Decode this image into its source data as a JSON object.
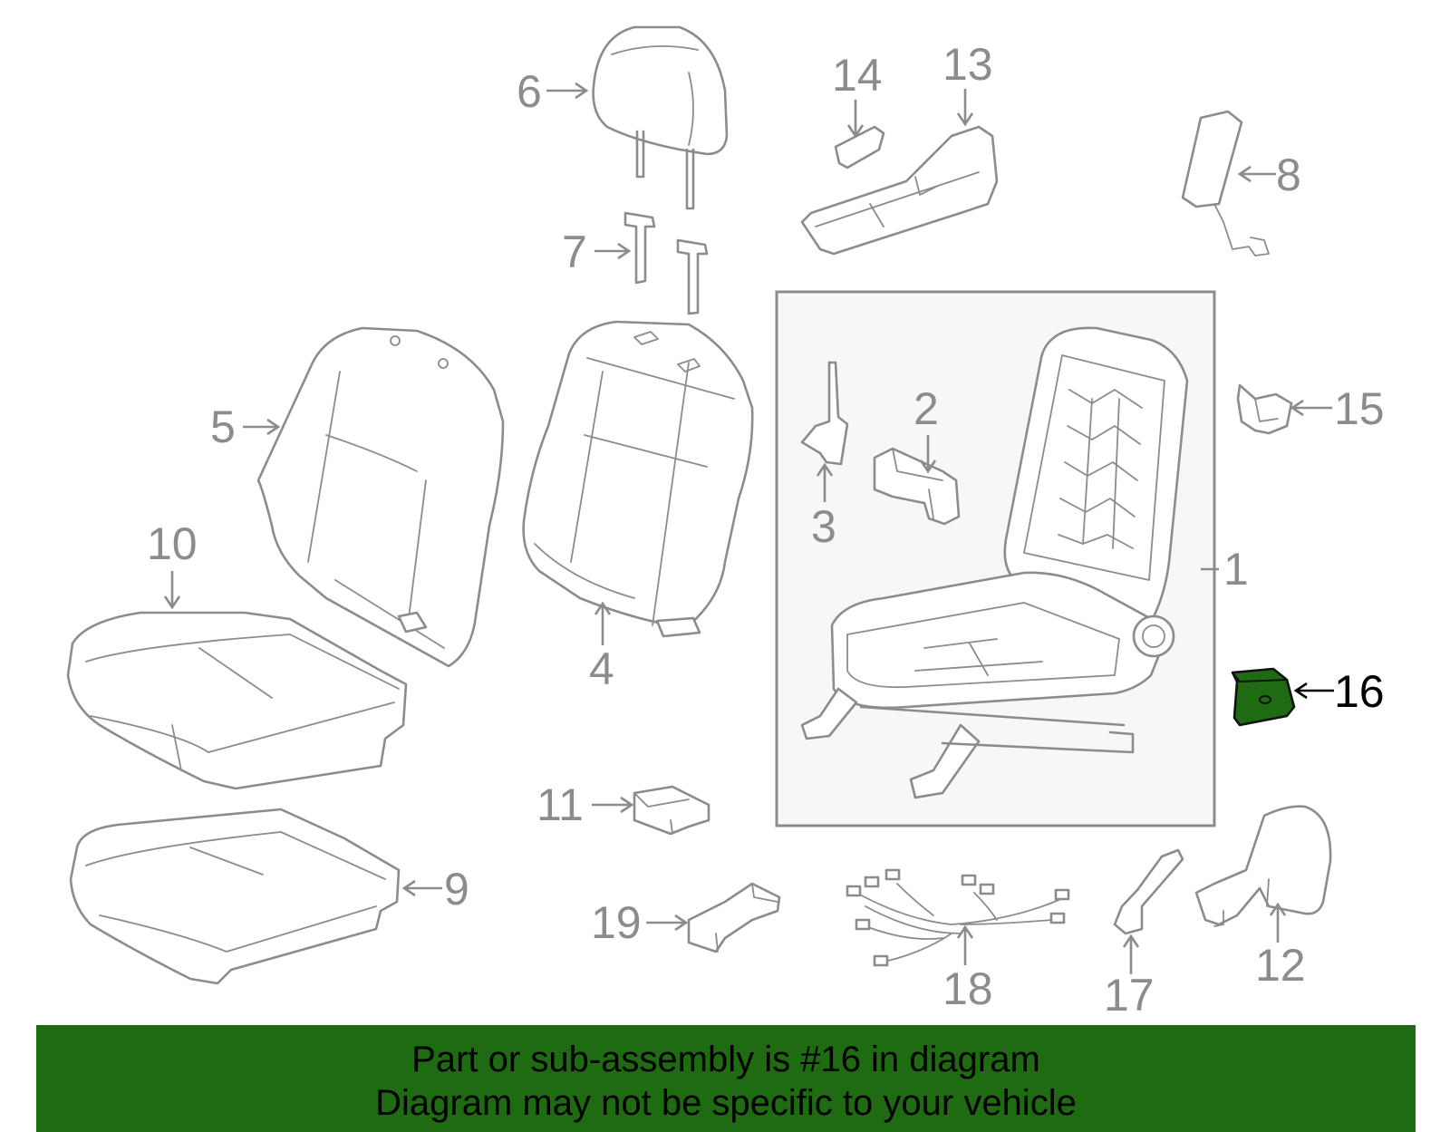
{
  "colors": {
    "line": "#8c8c8c",
    "highlight_fill": "#1f6b12",
    "banner": "#1f6b12",
    "highlight_text": "#000000",
    "assembly_box": "#f7f7f7"
  },
  "callouts": {
    "c1": "1",
    "c2": "2",
    "c3": "3",
    "c4": "4",
    "c5": "5",
    "c6": "6",
    "c7": "7",
    "c8": "8",
    "c9": "9",
    "c10": "10",
    "c11": "11",
    "c12": "12",
    "c13": "13",
    "c14": "14",
    "c15": "15",
    "c16": "16",
    "c17": "17",
    "c18": "18",
    "c19": "19"
  },
  "highlighted_part": "16",
  "banner": {
    "line1": "Part or sub-assembly is #16 in diagram",
    "line2": "Diagram may not be specific to your vehicle"
  }
}
